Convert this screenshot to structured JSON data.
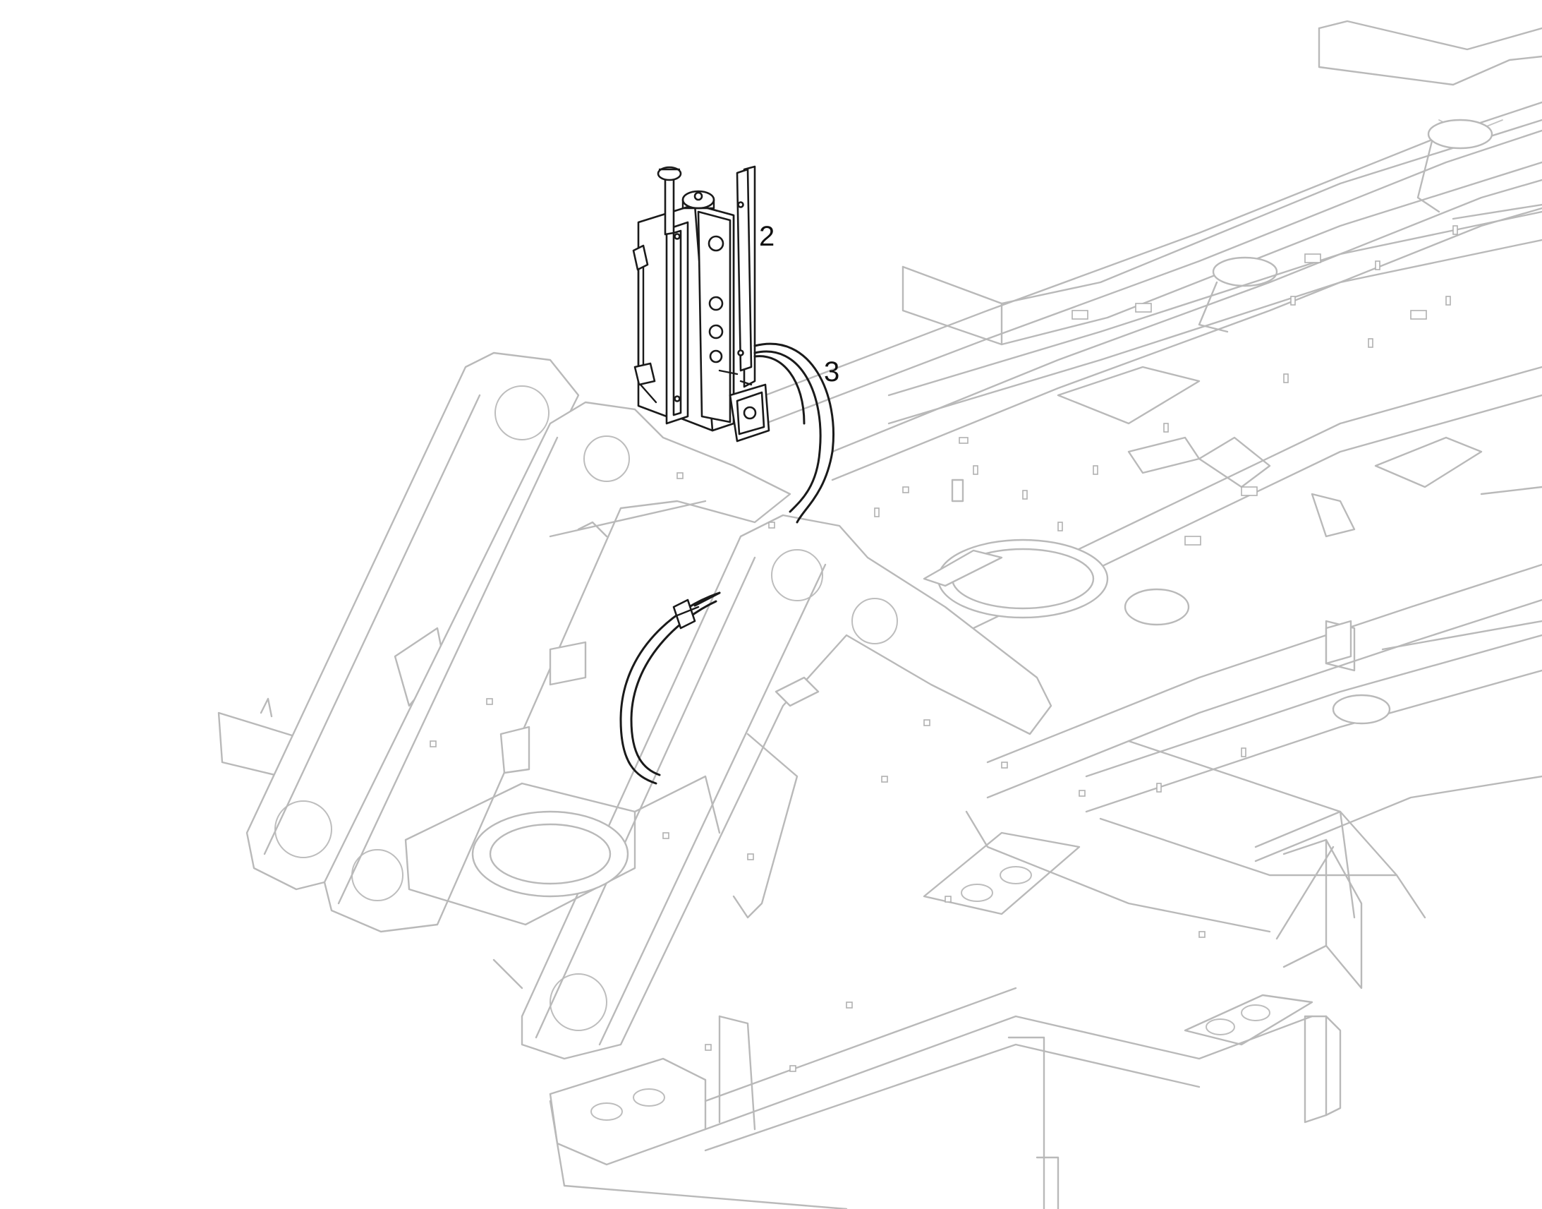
{
  "callouts": [
    {
      "id": "2",
      "text": "2"
    },
    {
      "id": "3",
      "text": "3"
    }
  ],
  "colors": {
    "frame_ghost": "#b9b9b9",
    "highlighted_part": "#1a1a1a",
    "background": "#ffffff"
  }
}
